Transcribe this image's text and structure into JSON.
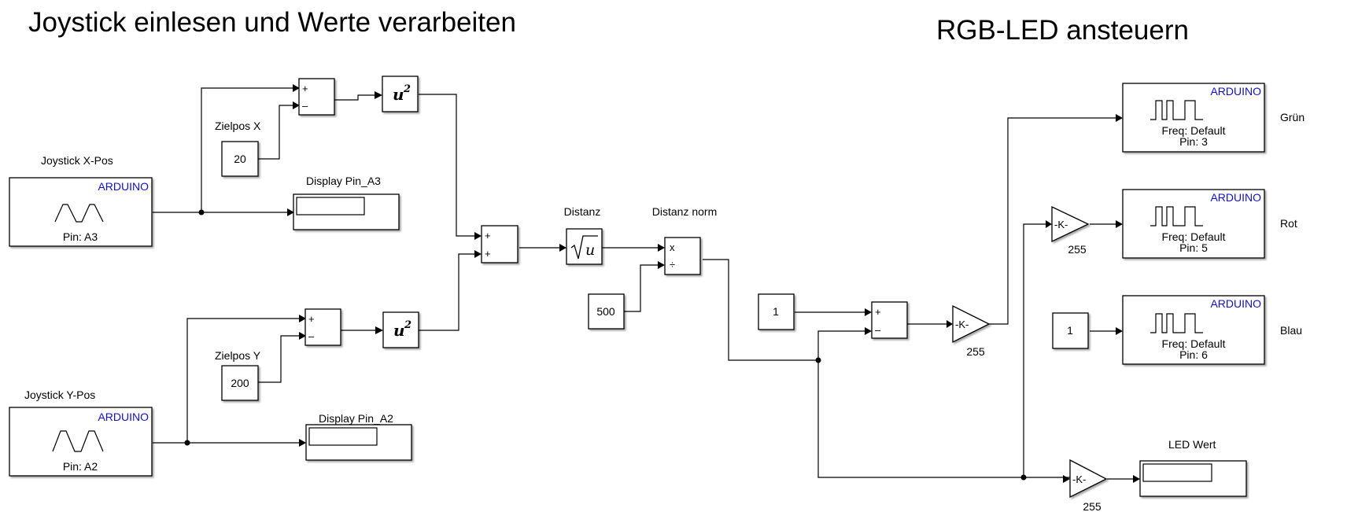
{
  "titles": {
    "left": "Joystick einlesen und Werte verarbeiten",
    "right": "RGB-LED ansteuern"
  },
  "joystick_x": {
    "label": "Joystick X-Pos",
    "brand": "ARDUINO",
    "pin": "Pin: A3"
  },
  "joystick_y": {
    "label": "Joystick Y-Pos",
    "brand": "ARDUINO",
    "pin": "Pin: A2"
  },
  "zielpos_x": {
    "label": "Zielpos X",
    "value": "20"
  },
  "zielpos_y": {
    "label": "Zielpos Y",
    "value": "200"
  },
  "display_a3": {
    "label": "Display Pin_A3"
  },
  "display_a2": {
    "label": "Display Pin_A2"
  },
  "sum_ports": {
    "plus": "+",
    "minus": "–"
  },
  "square_block": {
    "base": "u",
    "exp": "2"
  },
  "distanz": {
    "label": "Distanz",
    "symbol": "u"
  },
  "distanz_norm": {
    "label": "Distanz norm",
    "mul": "x",
    "div": "÷"
  },
  "const_500": {
    "value": "500"
  },
  "const_1_a": {
    "value": "1"
  },
  "const_1_b": {
    "value": "1"
  },
  "gain": {
    "symbol": "-K-",
    "value": "255"
  },
  "pwm_outputs": [
    {
      "label": "Grün",
      "brand": "ARDUINO",
      "freq": "Freq: Default",
      "pin": "Pin: 3"
    },
    {
      "label": "Rot",
      "brand": "ARDUINO",
      "freq": "Freq: Default",
      "pin": "Pin: 5"
    },
    {
      "label": "Blau",
      "brand": "ARDUINO",
      "freq": "Freq: Default",
      "pin": "Pin: 6"
    }
  ],
  "led_wert": {
    "label": "LED Wert"
  },
  "colors": {
    "arduino_text": "#1010d0"
  }
}
